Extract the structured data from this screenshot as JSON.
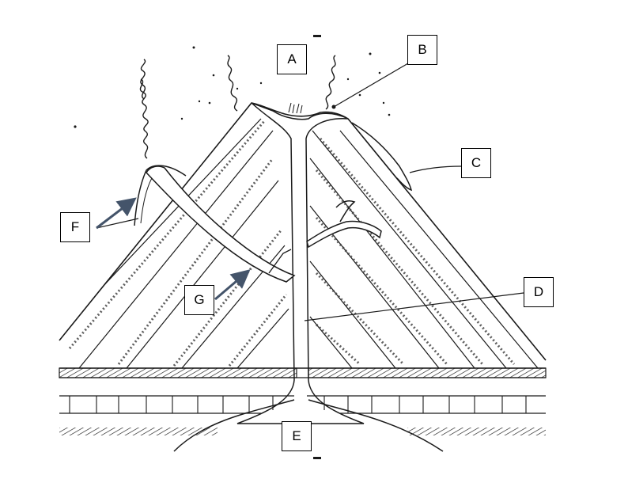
{
  "diagram": {
    "labels": {
      "A": "A",
      "B": "B",
      "C": "C",
      "D": "D",
      "E": "E",
      "F": "F",
      "G": "G"
    },
    "colors": {
      "ink": "#1a1a1a",
      "arrow": "#44546a",
      "background": "#ffffff"
    }
  }
}
